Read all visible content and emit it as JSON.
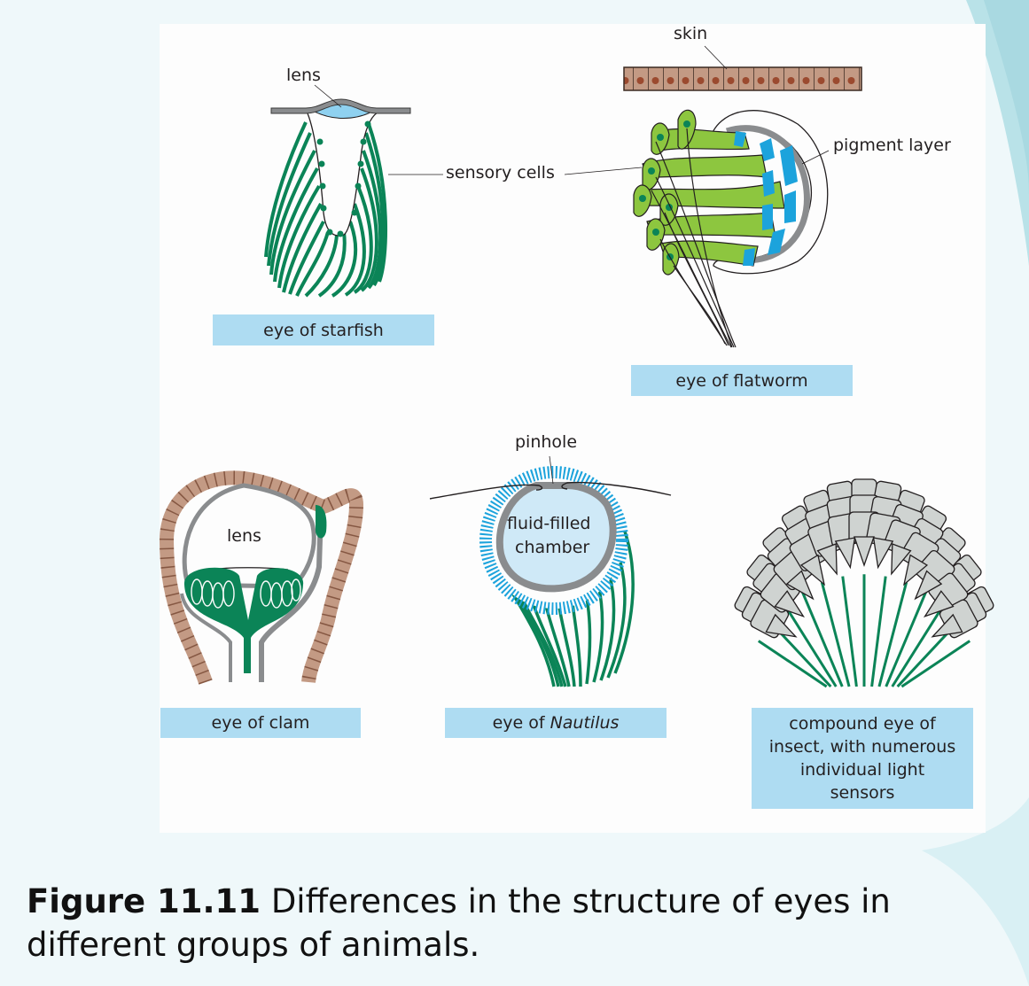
{
  "figure": {
    "number": "Figure 11.11",
    "caption_text": "Differences in the structure of eyes in different groups of animals."
  },
  "colors": {
    "sensory_green": "#0b8457",
    "light_green": "#8dc63f",
    "pigment_blue": "#1ca3dc",
    "lens_blue": "#8fd1f0",
    "chamber_blue": "#cfe9f7",
    "skin_brown": "#c39a84",
    "skin_nucleus": "#9b4a2f",
    "grey_layer": "#8a8c8e",
    "caption_box": "#aedcf2",
    "facet_grey": "#cfd3d1"
  },
  "panels": {
    "starfish": {
      "caption": "eye of starfish",
      "labels": {
        "lens": "lens"
      }
    },
    "shared_labels": {
      "sensory_cells": "sensory cells"
    },
    "flatworm": {
      "caption": "eye of flatworm",
      "labels": {
        "skin": "skin",
        "pigment_layer": "pigment layer"
      }
    },
    "clam": {
      "caption": "eye of clam",
      "labels": {
        "lens": "lens"
      }
    },
    "nautilus": {
      "caption_prefix": "eye of ",
      "caption_italic": "Nautilus",
      "labels": {
        "pinhole": "pinhole",
        "chamber_line1": "fluid-filled",
        "chamber_line2": "chamber"
      }
    },
    "insect": {
      "caption_lines": [
        "compound eye of",
        "insect, with numerous",
        "individual light",
        "sensors"
      ]
    }
  }
}
